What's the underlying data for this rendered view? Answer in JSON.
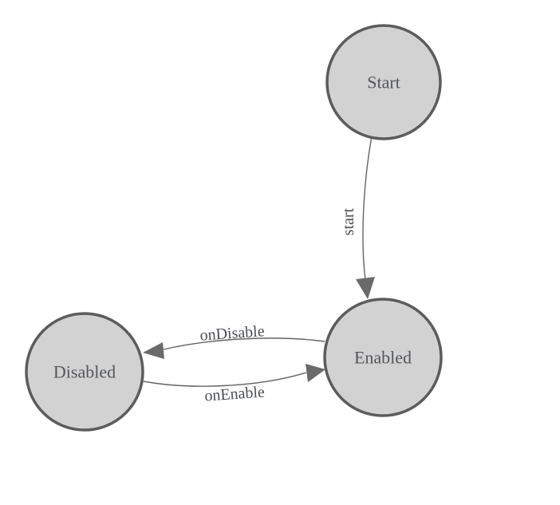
{
  "diagram": {
    "type": "state-machine",
    "background": "#ffffff",
    "colors": {
      "node_fill": "#d2d2d2",
      "node_stroke": "#5c5c5c",
      "edge_stroke": "#646464",
      "arrow_fill": "#6a6a6a",
      "label_text": "#4c4e52"
    },
    "nodes": [
      {
        "id": "start",
        "label": "Start"
      },
      {
        "id": "enabled",
        "label": "Enabled"
      },
      {
        "id": "disabled",
        "label": "Disabled"
      }
    ],
    "edges": [
      {
        "from": "Start",
        "to": "Enabled",
        "label": "start"
      },
      {
        "from": "Enabled",
        "to": "Disabled",
        "label": "onDisable"
      },
      {
        "from": "Disabled",
        "to": "Enabled",
        "label": "onEnable"
      }
    ]
  }
}
